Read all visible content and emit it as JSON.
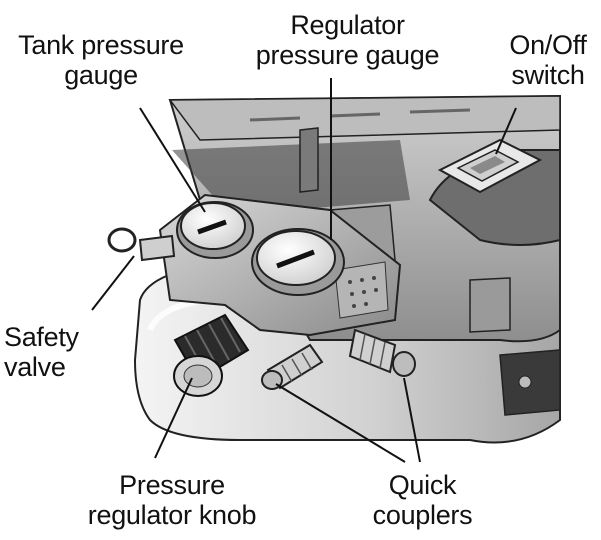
{
  "labels": {
    "tank_gauge": {
      "line1": "Tank pressure",
      "line2": "gauge"
    },
    "regulator_gauge": {
      "line1": "Regulator",
      "line2": "pressure gauge"
    },
    "on_off": {
      "line1": "On/Off",
      "line2": "switch"
    },
    "safety_valve": {
      "line1": "Safety",
      "line2": "valve"
    },
    "regulator_knob": {
      "line1": "Pressure",
      "line2": "regulator knob"
    },
    "quick_couplers": {
      "line1": "Quick",
      "line2": "couplers"
    }
  },
  "colors": {
    "ink": "#111111",
    "shade": "#c4c4c4",
    "body": "#e6e6e6",
    "paper": "#ffffff"
  }
}
